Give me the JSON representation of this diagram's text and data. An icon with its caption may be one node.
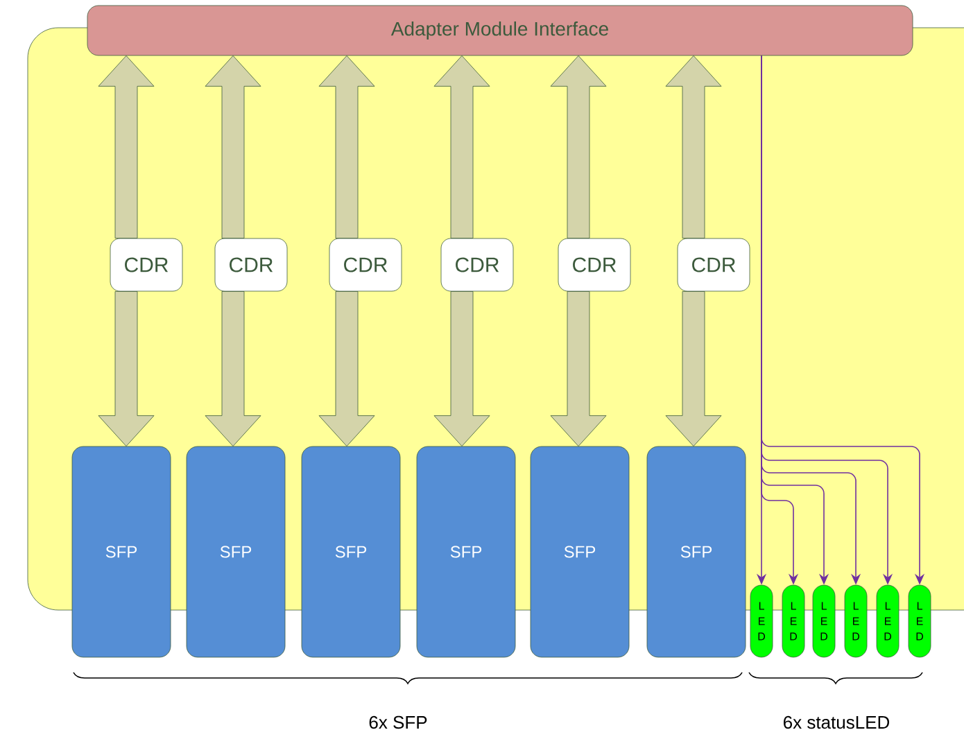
{
  "diagram": {
    "nodes": [
      {
        "text": [
          "Adapter Module Interface"
        ]
      },
      {
        "text": [
          "CDR"
        ]
      },
      {
        "text": [
          "CDR"
        ]
      },
      {
        "text": [
          "CDR"
        ]
      },
      {
        "text": [
          "CDR"
        ]
      },
      {
        "text": [
          "CDR"
        ]
      },
      {
        "text": [
          "CDR"
        ]
      },
      {
        "text": [
          "SFP"
        ]
      },
      {
        "text": [
          "SFP"
        ]
      },
      {
        "text": [
          "SFP"
        ]
      },
      {
        "text": [
          "SFP"
        ]
      },
      {
        "text": [
          "SFP"
        ]
      },
      {
        "text": [
          "SFP"
        ]
      },
      {
        "text": [
          "L E D"
        ]
      },
      {
        "text": [
          "L E D"
        ]
      },
      {
        "text": [
          "L E D"
        ]
      },
      {
        "text": [
          "L E D"
        ]
      },
      {
        "text": [
          "L E D"
        ]
      },
      {
        "text": [
          "L E D"
        ]
      }
    ],
    "edges": [
      {
        "from": 1,
        "to": 0,
        "arrow": "to",
        "style": "thick"
      },
      {
        "from": 1,
        "to": 7,
        "arrow": "to",
        "style": "thick"
      },
      {
        "from": 2,
        "to": 0,
        "arrow": "to",
        "style": "thick"
      },
      {
        "from": 2,
        "to": 8,
        "arrow": "to",
        "style": "thick"
      },
      {
        "from": 3,
        "to": 0,
        "arrow": "to",
        "style": "thick"
      },
      {
        "from": 3,
        "to": 9,
        "arrow": "to",
        "style": "thick"
      },
      {
        "from": 4,
        "to": 0,
        "arrow": "to",
        "style": "thick"
      },
      {
        "from": 4,
        "to": 10,
        "arrow": "to",
        "style": "thick"
      },
      {
        "from": 5,
        "to": 0,
        "arrow": "to",
        "style": "thick"
      },
      {
        "from": 5,
        "to": 11,
        "arrow": "to",
        "style": "thick"
      },
      {
        "from": 6,
        "to": 0,
        "arrow": "to",
        "style": "thick"
      },
      {
        "from": 6,
        "to": 12,
        "arrow": "to",
        "style": "thick"
      },
      {
        "from": 0,
        "to": 13,
        "arrow": "to",
        "color": "#7030a0"
      },
      {
        "from": 0,
        "to": 14,
        "arrow": "to",
        "color": "#7030a0"
      },
      {
        "from": 0,
        "to": 15,
        "arrow": "to",
        "color": "#7030a0"
      },
      {
        "from": 0,
        "to": 16,
        "arrow": "to",
        "color": "#7030a0"
      },
      {
        "from": 0,
        "to": 17,
        "arrow": "to",
        "color": "#7030a0"
      },
      {
        "from": 0,
        "to": 18,
        "arrow": "to",
        "color": "#7030a0"
      }
    ],
    "labels": [
      "6x SFP",
      "6x statusLED"
    ]
  }
}
